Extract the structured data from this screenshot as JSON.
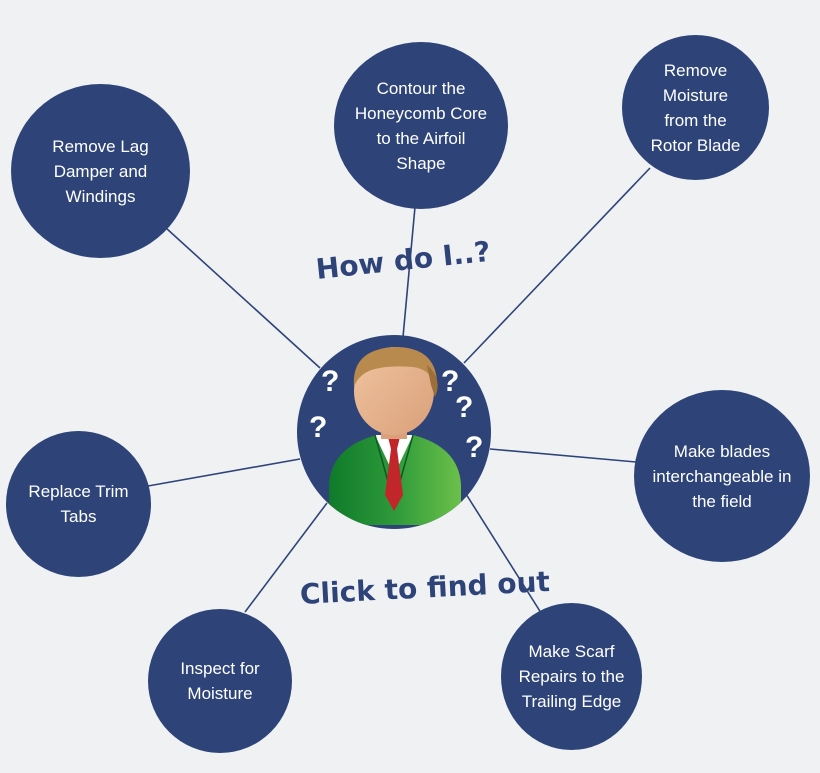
{
  "colors": {
    "node": "#2e4478",
    "line": "#2e4478",
    "text": "#ffffff",
    "background": "#f0f1f3",
    "jacket": "#2e9a3a",
    "tie": "#c0262a",
    "hair": "#b98a4e",
    "skin": "#e7b48d"
  },
  "headline": "How do I..?",
  "call_to_action": "Click to find out",
  "hub": {
    "icon": "confused-person-icon",
    "question_mark": "?"
  },
  "nodes": [
    {
      "label": "Remove Lag\nDamper and\nWindings"
    },
    {
      "label": "Contour the\nHoneycomb Core\nto the Airfoil\nShape"
    },
    {
      "label": "Remove\nMoisture\nfrom the\nRotor Blade"
    },
    {
      "label": "Make blades\ninterchangeable in\nthe field"
    },
    {
      "label": "Make Scarf\nRepairs to the\nTrailing Edge"
    },
    {
      "label": "Inspect for\nMoisture"
    },
    {
      "label": "Replace Trim\nTabs"
    }
  ]
}
